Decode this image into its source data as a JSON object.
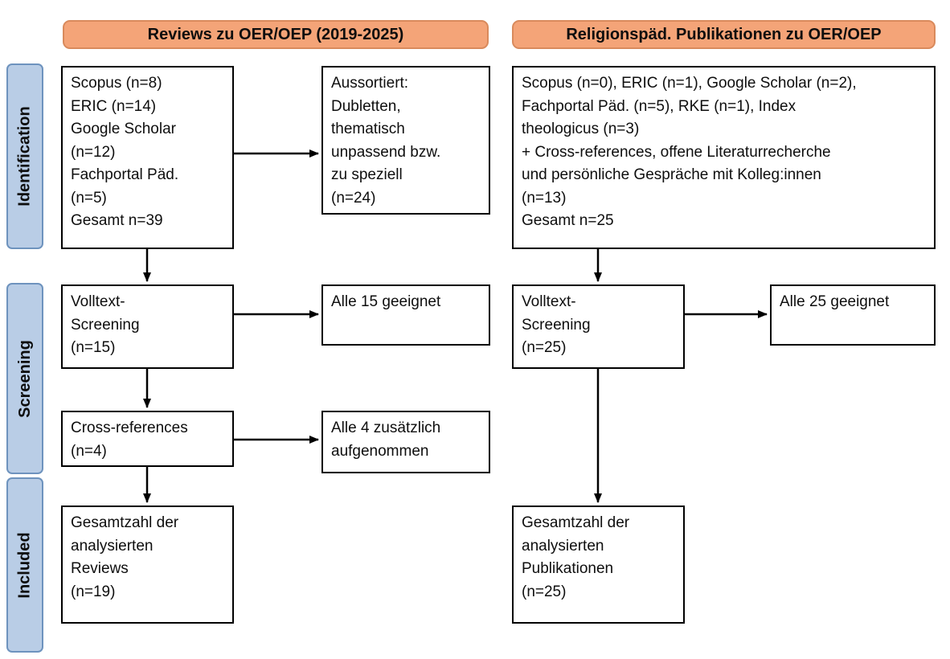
{
  "diagram": {
    "headers": {
      "left": "Reviews zu OER/OEP (2019-2025)",
      "right": "Religionspäd. Publikationen zu OER/OEP"
    },
    "stages": {
      "identification": "Identification",
      "screening": "Screening",
      "included": "Included"
    },
    "left_column": {
      "sources": "Scopus (n=8)\nERIC (n=14)\nGoogle Scholar\n(n=12)\nFachportal Päd.\n(n=5)\nGesamt n=39",
      "excluded": "Aussortiert:\nDubletten,\nthematisch\nunpassend bzw.\nzu speziell\n(n=24)",
      "fulltext_screening": "Volltext-\nScreening\n(n=15)",
      "fulltext_result": "Alle 15 geeignet",
      "crossref": "Cross-references\n(n=4)",
      "crossref_result": "Alle 4 zusätzlich\naufgenommen",
      "total": "Gesamtzahl der\nanalysierten\nReviews\n(n=19)"
    },
    "right_column": {
      "sources": "Scopus (n=0), ERIC (n=1), Google Scholar (n=2),\nFachportal Päd. (n=5), RKE (n=1), Index\ntheologicus (n=3)\n+ Cross-references, offene Literaturrecherche\nund persönliche Gespräche mit Kolleg:innen\n(n=13)\nGesamt n=25",
      "fulltext_screening": "Volltext-\nScreening\n(n=25)",
      "fulltext_result": "Alle 25 geeignet",
      "total": "Gesamtzahl der\nanalysierten\nPublikationen\n(n=25)"
    },
    "colors": {
      "header_fill": "#f4a478",
      "header_border": "#d98a5c",
      "stage_fill": "#b9cde6",
      "stage_border": "#6e93be",
      "box_fill": "#ffffff",
      "box_border": "#000000",
      "arrow": "#000000"
    }
  }
}
